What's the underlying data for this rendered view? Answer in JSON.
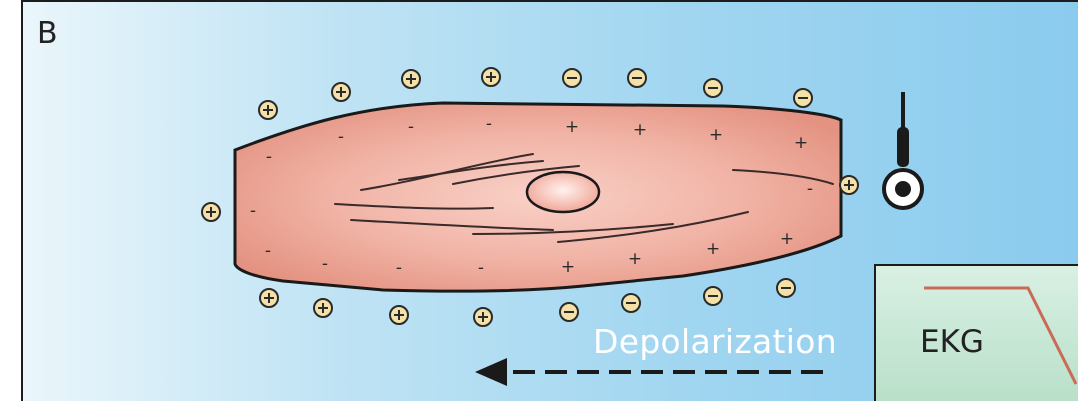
{
  "panel_label": "B",
  "annotation": "Depolarization",
  "inset": {
    "label": "EKG"
  },
  "colors": {
    "cell_fill_center": "#f7c4bb",
    "cell_fill_edge": "#e59484",
    "ion_fill": "#f3e1a7",
    "ekg_trace": "#c96b57",
    "arrow": "#1a1a1a"
  },
  "outer_charges": [
    "+",
    "+",
    "+",
    "+",
    "-",
    "-",
    "-",
    "-",
    "+",
    "+",
    "+",
    "+",
    "+",
    "-",
    "-",
    "-",
    "-",
    "+"
  ],
  "inner_charges_upper": [
    "-",
    "-",
    "-",
    "-",
    "+",
    "+",
    "+",
    "+"
  ],
  "inner_charges_lower": [
    "-",
    "-",
    "-",
    "-",
    "+",
    "+",
    "+",
    "+"
  ]
}
